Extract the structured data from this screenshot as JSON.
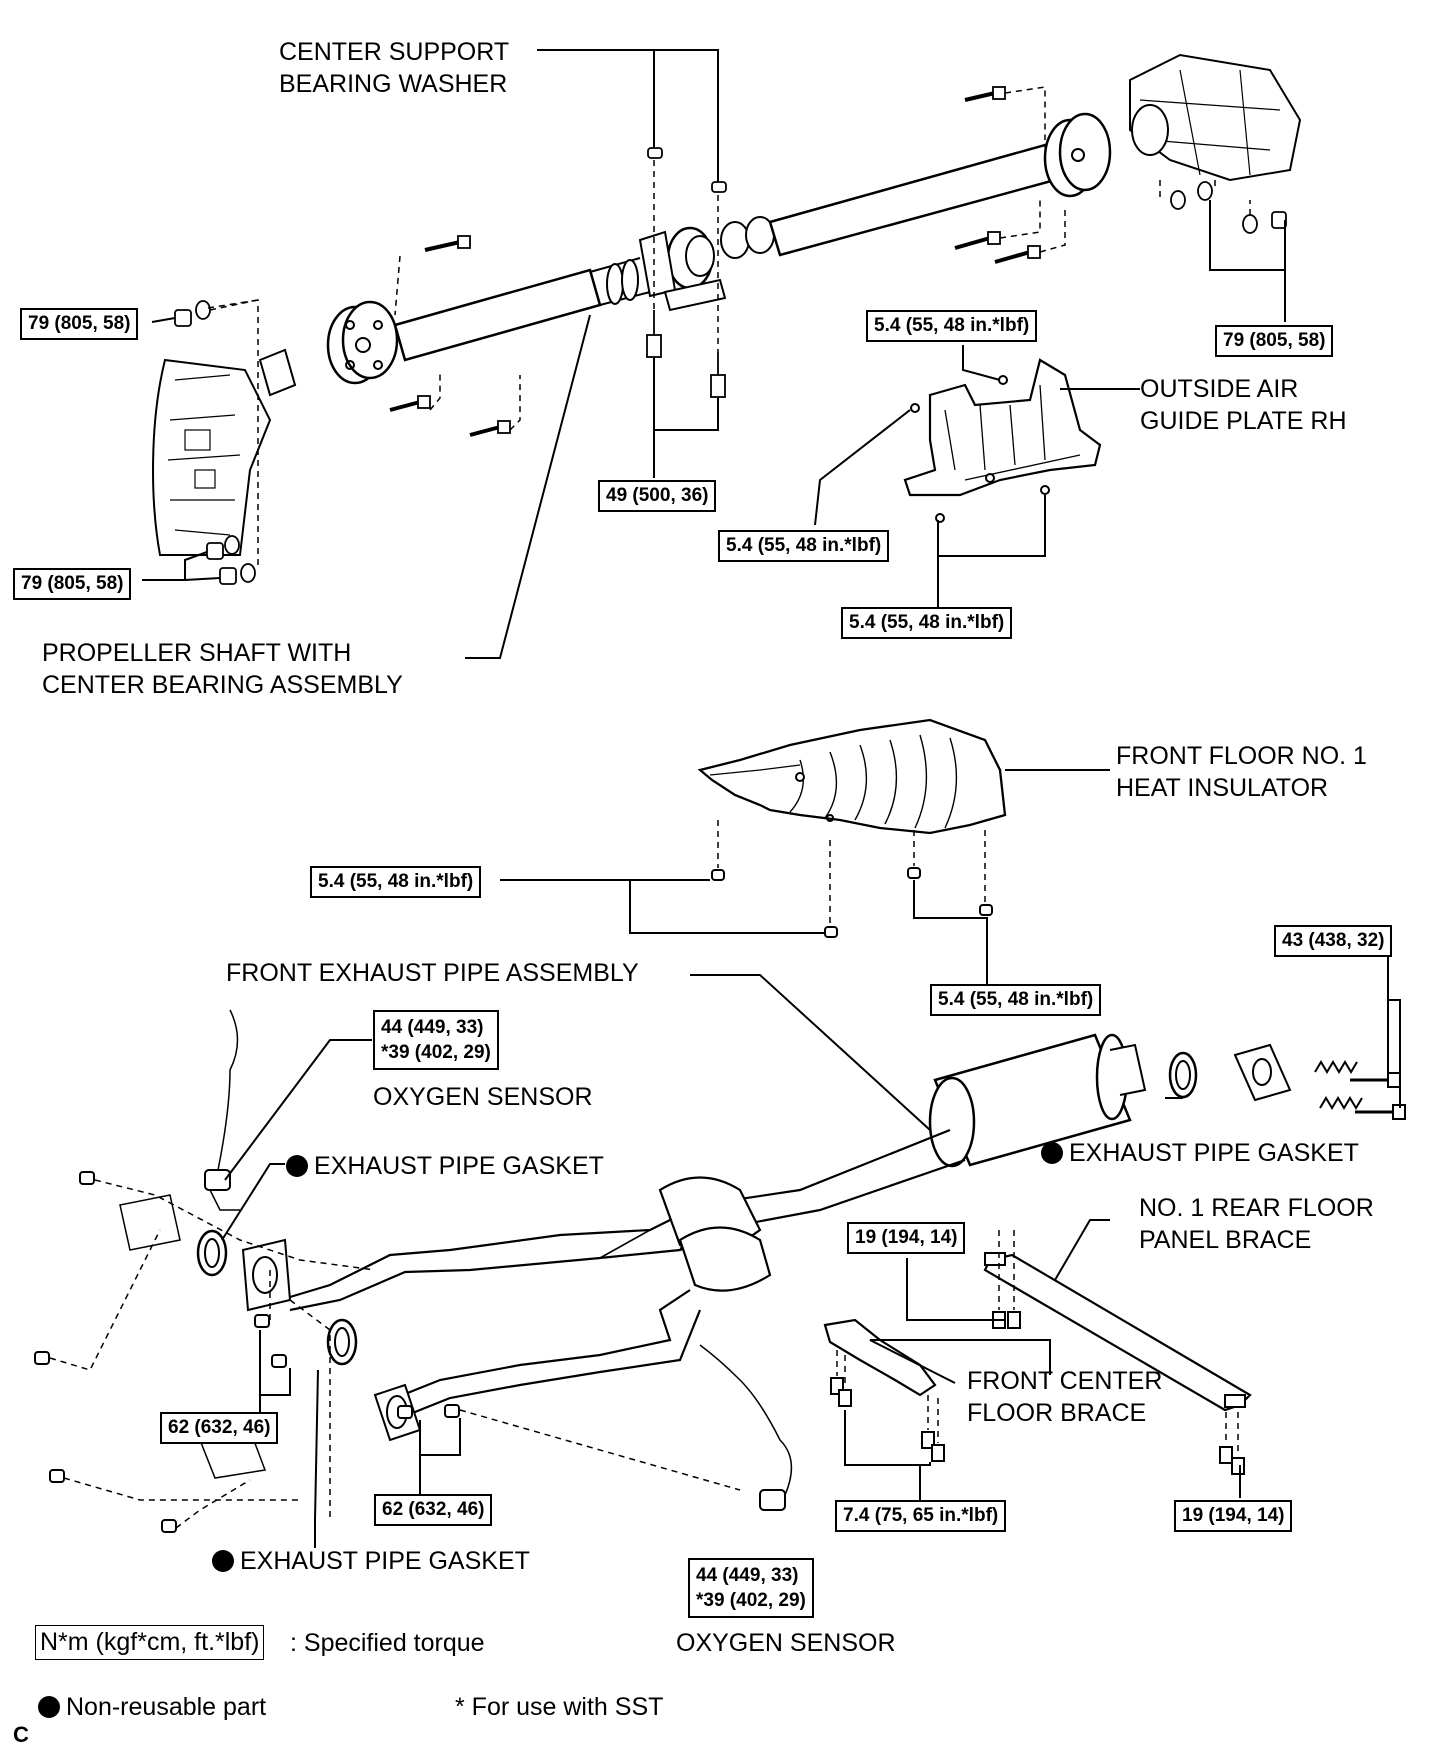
{
  "labels": {
    "center_support_bearing_washer": [
      "CENTER SUPPORT",
      "BEARING WASHER"
    ],
    "outside_air_guide_plate_rh": [
      "OUTSIDE AIR",
      "GUIDE PLATE RH"
    ],
    "propeller_shaft": [
      "PROPELLER SHAFT WITH",
      "CENTER BEARING ASSEMBLY"
    ],
    "front_floor_heat_insulator": [
      "FRONT FLOOR NO. 1",
      "HEAT INSULATOR"
    ],
    "front_exhaust_pipe_assembly": "FRONT EXHAUST PIPE ASSEMBLY",
    "oxygen_sensor_upper": "OXYGEN SENSOR",
    "oxygen_sensor_lower": "OXYGEN SENSOR",
    "exhaust_pipe_gasket_left": "EXHAUST PIPE GASKET",
    "exhaust_pipe_gasket_right": "EXHAUST PIPE GASKET",
    "exhaust_pipe_gasket_bottom": "EXHAUST PIPE GASKET",
    "no1_rear_floor_panel_brace": [
      "NO. 1 REAR FLOOR",
      "PANEL BRACE"
    ],
    "front_center_floor_brace": [
      "FRONT CENTER",
      "FLOOR BRACE"
    ]
  },
  "torques": {
    "t_79_left_top": "79 (805, 58)",
    "t_79_left_bottom": "79 (805, 58)",
    "t_79_right": "79 (805, 58)",
    "t_49": "49 (500, 36)",
    "t_5_4_plate_top": "5.4 (55, 48 in.*lbf)",
    "t_5_4_plate_left": "5.4 (55, 48 in.*lbf)",
    "t_5_4_plate_bottom": "5.4 (55, 48 in.*lbf)",
    "t_5_4_insulator_left": "5.4 (55, 48 in.*lbf)",
    "t_5_4_insulator_right": "5.4 (55, 48 in.*lbf)",
    "t_43": "43 (438, 32)",
    "t_44_upper": [
      "44 (449, 33)",
      "*39 (402, 29)"
    ],
    "t_44_lower": [
      "44 (449, 33)",
      "*39 (402, 29)"
    ],
    "t_62_left": "62 (632, 46)",
    "t_62_right": "62 (632, 46)",
    "t_19_top": "19 (194, 14)",
    "t_19_bottom": "19 (194, 14)",
    "t_7_4": "7.4 (75, 65 in.*lbf)"
  },
  "legend": {
    "torque_units": "N*m (kgf*cm, ft.*lbf)",
    "torque_meaning": ": Specified torque",
    "non_reusable": "Non-reusable part",
    "sst_note": "* For use with SST"
  },
  "corner_mark": "C"
}
